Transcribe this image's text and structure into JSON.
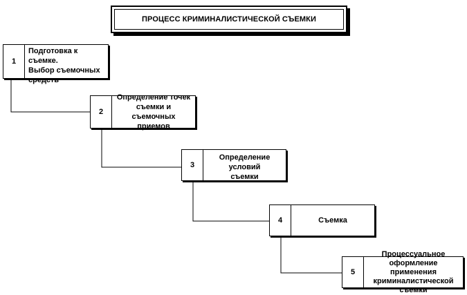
{
  "title": "ПРОЦЕСС КРИМИНАЛИСТИЧЕСКОЙ СЪЕМКИ",
  "steps": [
    {
      "number": "1",
      "text": "Подготовка к съемке.\nВыбор съемочных\nсредств"
    },
    {
      "number": "2",
      "text": "Определение точек\nсъемки и съемочных\nприемов"
    },
    {
      "number": "3",
      "text": "Определение условий\nсъемки"
    },
    {
      "number": "4",
      "text": "Съемка"
    },
    {
      "number": "5",
      "text": "Процессуальное\nоформление применения\nкриминалистической съемки"
    }
  ]
}
